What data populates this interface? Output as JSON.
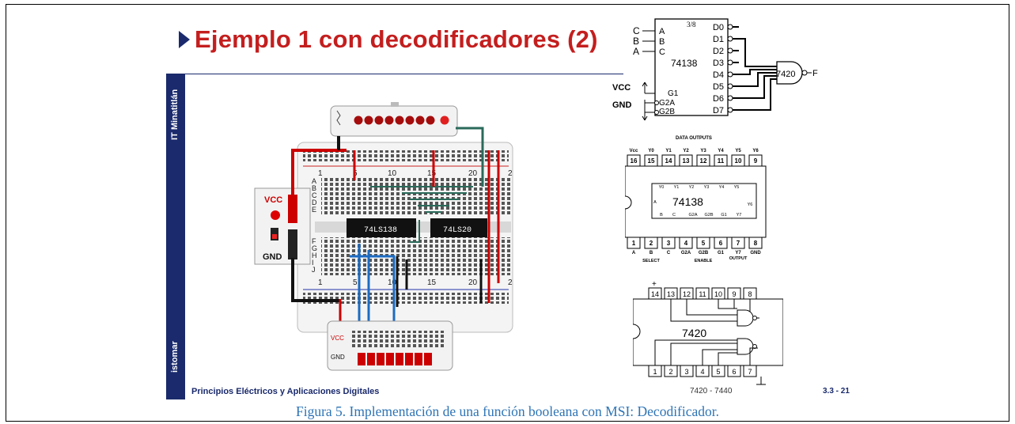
{
  "slide": {
    "title": "Ejemplo 1 con decodificadores (2)",
    "sidebar_top": "IT Minatitlán",
    "sidebar_bottom": "istomar",
    "footer_left": "Principios Eléctricos y Aplicaciones Digitales",
    "footer_mid": "7420 - 7440",
    "footer_right": "3.3 - 21"
  },
  "breadboard": {
    "vcc_label": "VCC",
    "gnd_label": "GND",
    "chip1": "74LS138",
    "chip2": "74LS20",
    "rows_top": [
      "A",
      "B",
      "C",
      "D",
      "E"
    ],
    "rows_bottom": [
      "F",
      "G",
      "H",
      "I",
      "J"
    ],
    "cols_top": [
      "1",
      "5",
      "10",
      "15",
      "20",
      "2"
    ],
    "cols_bottom": [
      "1",
      "5",
      "10",
      "15",
      "20",
      "2"
    ],
    "vcc_small": "VCC",
    "gnd_small": "GND"
  },
  "decoder_schematic": {
    "inputs": [
      "C",
      "B",
      "A"
    ],
    "input_pins": [
      "A",
      "B",
      "C"
    ],
    "header": "3/8",
    "chip": "74138",
    "outputs": [
      "D0",
      "D1",
      "D2",
      "D3",
      "D4",
      "D5",
      "D6",
      "D7"
    ],
    "enables": [
      "G1",
      "G2A",
      "G2B"
    ],
    "vcc": "VCC",
    "gnd": "GND",
    "gate": "7420",
    "output_f": "F"
  },
  "pinout_74138": {
    "header": "DATA OUTPUTS",
    "top_labels": [
      "Vcc",
      "Y0",
      "Y1",
      "Y2",
      "Y3",
      "Y4",
      "Y5",
      "Y6"
    ],
    "top_pins": [
      "16",
      "15",
      "14",
      "13",
      "12",
      "11",
      "10",
      "9"
    ],
    "inner_top": [
      "Y0",
      "Y1",
      "Y2",
      "Y3",
      "Y4",
      "Y5"
    ],
    "inner_right": "Y6",
    "inner_left": "A",
    "chip": "74138",
    "inner_bottom_left": [
      "B",
      "C"
    ],
    "inner_bottom": [
      "G2A",
      "G2B",
      "G1",
      "Y7"
    ],
    "bottom_pins": [
      "1",
      "2",
      "3",
      "4",
      "5",
      "6",
      "7",
      "8"
    ],
    "bottom_labels": [
      "A",
      "B",
      "C",
      "G2A",
      "G2B",
      "G1",
      "Y7",
      "GND"
    ],
    "group_labels": [
      "SELECT",
      "ENABLE",
      "OUTPUT"
    ]
  },
  "pinout_7420": {
    "plus": "+",
    "top_pins": [
      "14",
      "13",
      "12",
      "11",
      "10",
      "9",
      "8"
    ],
    "chip": "7420",
    "bottom_pins": [
      "1",
      "2",
      "3",
      "4",
      "5",
      "6",
      "7"
    ]
  },
  "caption": "Figura 5. Implementación de una función booleana con MSI: Decodificador."
}
